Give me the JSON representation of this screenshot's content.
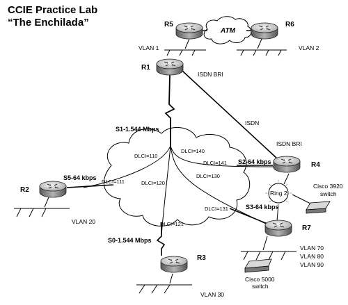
{
  "title": {
    "line1": "CCIE Practice Lab",
    "line2": "“The Enchilada”"
  },
  "clouds": {
    "atm": "ATM"
  },
  "routers": {
    "r1": "R1",
    "r2": "R2",
    "r3": "R3",
    "r4": "R4",
    "r5": "R5",
    "r6": "R6",
    "r7": "R7"
  },
  "vlans": {
    "v1": "VLAN 1",
    "v2": "VLAN 2",
    "v20": "VLAN 20",
    "v30": "VLAN 30",
    "v70": "VLAN 70",
    "v80": "VLAN 80",
    "v90": "VLAN 90"
  },
  "isdn": {
    "r1_bri": "ISDN BRI",
    "r4_bri": "ISDN BRI",
    "link": "ISDN"
  },
  "serial": {
    "s1": "S1-1.544 Mbps",
    "s0": "S0-1.544 Mbps",
    "s2": "S2-64 kbps",
    "s3": "S3-64 kbps",
    "s5": "S5-64 kbps"
  },
  "dlci": {
    "d110": "DLCI=110",
    "d111": "DLCI=111",
    "d120": "DLCI=120",
    "d121": "DLCI=121",
    "d130": "DLCI=130",
    "d131": "DLCI=131",
    "d140": "DLCI=140",
    "d141": "DLCI=141"
  },
  "ring": "Ring 2",
  "switches": {
    "cisco3920_line1": "Cisco 3920",
    "cisco3920_line2": "switch",
    "cisco5000_line1": "Cisco 5000",
    "cisco5000_line2": "switch"
  },
  "colors": {
    "router_top": "#d4d4d4",
    "router_side": "#7a7a7a",
    "line": "#000000"
  }
}
